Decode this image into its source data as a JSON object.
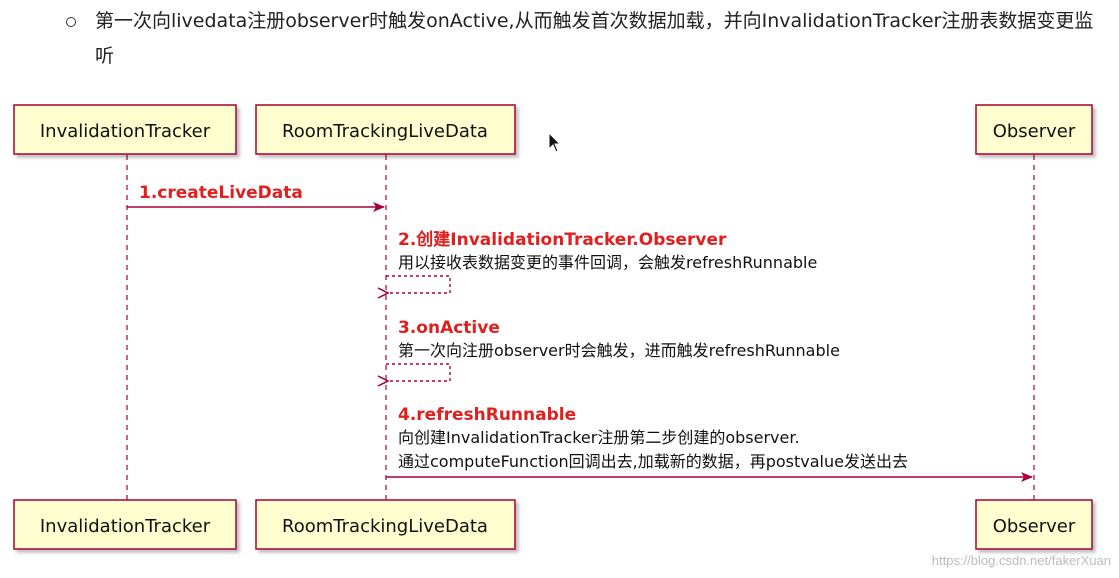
{
  "bullet": {
    "text": "第一次向livedata注册observer时触发onActive,从而触发首次数据加载，并向InvalidationTracker注册表数据变更监听"
  },
  "participants": [
    {
      "id": "tracker",
      "label": "InvalidationTracker"
    },
    {
      "id": "room",
      "label": "RoomTrackingLiveData"
    },
    {
      "id": "observer",
      "label": "Observer"
    }
  ],
  "messages": [
    {
      "title": "1.createLiveData",
      "body": []
    },
    {
      "title": "2.创建InvalidationTracker.Observer",
      "body": [
        "用以接收表数据变更的事件回调，会触发refreshRunnable"
      ]
    },
    {
      "title": "3.onActive",
      "body": [
        "第一次向注册observer时会触发，进而触发refreshRunnable"
      ]
    },
    {
      "title": "4.refreshRunnable",
      "body": [
        "向创建InvalidationTracker注册第二步创建的observer.",
        "通过computeFunction回调出去,加载新的数据，再postvalue发送出去"
      ]
    }
  ],
  "watermark": "https://blog.csdn.net/fakerXuan",
  "colors": {
    "box_fill": "#fefece",
    "box_stroke": "#a80036",
    "line": "#a80036",
    "step_title": "#e0201f"
  },
  "icons": {
    "cursor": "mouse-pointer-icon",
    "bullet": "hollow-circle-bullet-icon"
  }
}
